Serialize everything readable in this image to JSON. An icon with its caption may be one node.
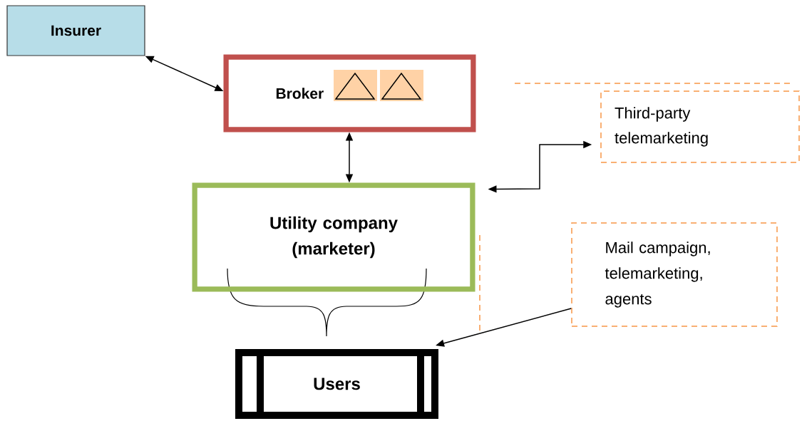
{
  "diagram": {
    "nodes": [
      {
        "text": [
          "Insurer"
        ]
      },
      {
        "text": [
          "Broker"
        ]
      },
      {
        "text": [
          "Utility company (marketer)"
        ]
      },
      {
        "text": [
          "Users"
        ]
      },
      {
        "text": [
          "Third-party telemarketing"
        ]
      },
      {
        "text": [
          "Mail campaign, telemarketing, agents"
        ]
      }
    ],
    "edges": [
      {
        "from": 0,
        "to": 1,
        "arrow": "both"
      },
      {
        "from": 1,
        "to": 2,
        "arrow": "both"
      },
      {
        "from": 2,
        "to": 4,
        "arrow": "both"
      },
      {
        "from": 5,
        "to": 3,
        "arrow": "to"
      }
    ]
  }
}
